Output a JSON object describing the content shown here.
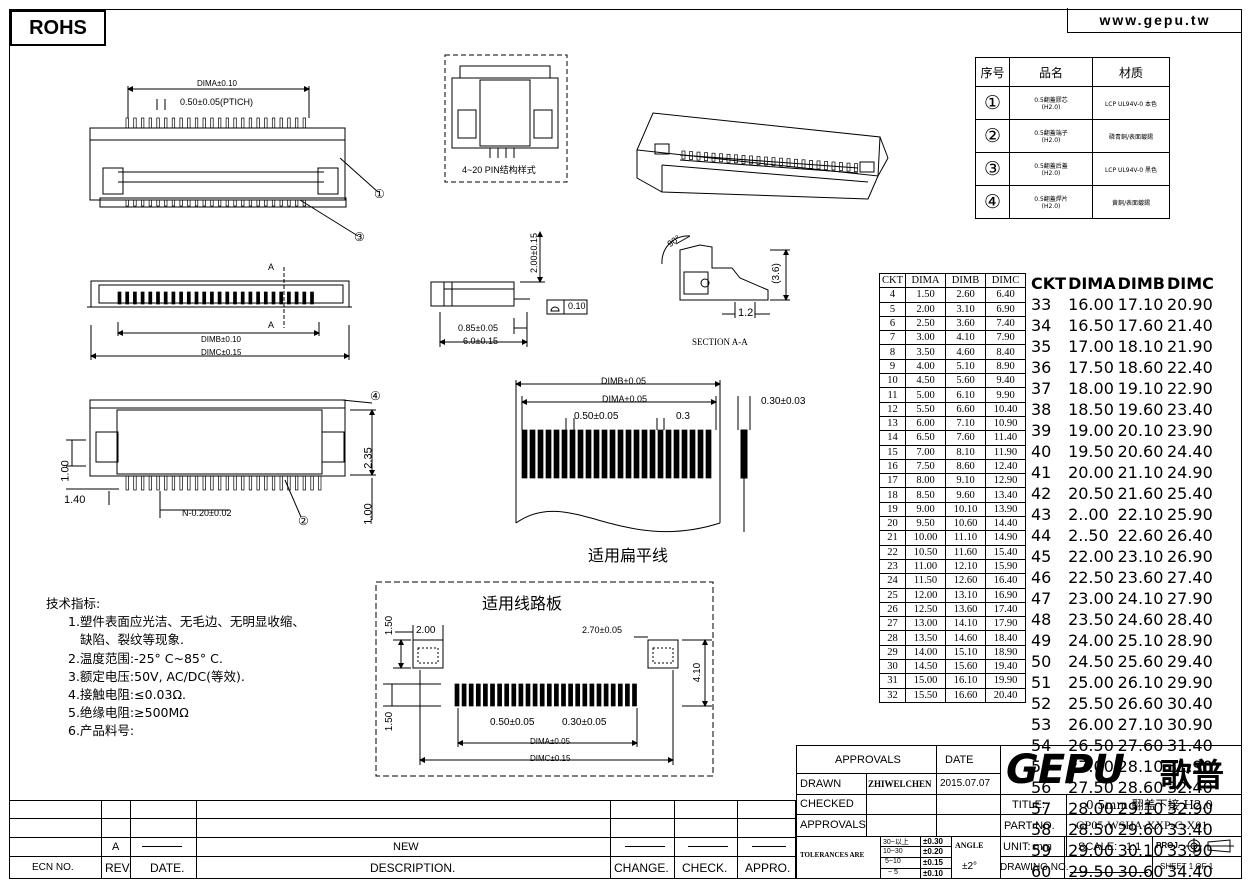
{
  "header": {
    "rohs": "ROHS",
    "website": "www.gepu.tw"
  },
  "parts": {
    "headers": [
      "序号",
      "品名",
      "材质"
    ],
    "rows": [
      {
        "no": "①",
        "name": "0.5翻蓋膠芯",
        "sub": "(H2.0)",
        "material": "LCP UL94V-0 本色"
      },
      {
        "no": "②",
        "name": "0.5翻蓋端子",
        "sub": "(H2.0)",
        "material": "磷青銅/表面鍍錫"
      },
      {
        "no": "③",
        "name": "0.5翻蓋后蓋",
        "sub": "(H2.0)",
        "material": "LCP UL94V-0 黑色"
      },
      {
        "no": "④",
        "name": "0.5翻蓋焊片",
        "sub": "(H2.0)",
        "material": "黄銅/表面鍍錫"
      }
    ]
  },
  "ckt_table": {
    "headers": [
      "CKT",
      "DIMA",
      "DIMB",
      "DIMC"
    ],
    "left_rows": [
      [
        "4",
        "1.50",
        "2.60",
        "6.40"
      ],
      [
        "5",
        "2.00",
        "3.10",
        "6.90"
      ],
      [
        "6",
        "2.50",
        "3.60",
        "7.40"
      ],
      [
        "7",
        "3.00",
        "4.10",
        "7.90"
      ],
      [
        "8",
        "3.50",
        "4.60",
        "8.40"
      ],
      [
        "9",
        "4.00",
        "5.10",
        "8.90"
      ],
      [
        "10",
        "4.50",
        "5.60",
        "9.40"
      ],
      [
        "11",
        "5.00",
        "6.10",
        "9.90"
      ],
      [
        "12",
        "5.50",
        "6.60",
        "10.40"
      ],
      [
        "13",
        "6.00",
        "7.10",
        "10.90"
      ],
      [
        "14",
        "6.50",
        "7.60",
        "11.40"
      ],
      [
        "15",
        "7.00",
        "8.10",
        "11.90"
      ],
      [
        "16",
        "7.50",
        "8.60",
        "12.40"
      ],
      [
        "17",
        "8.00",
        "9.10",
        "12.90"
      ],
      [
        "18",
        "8.50",
        "9.60",
        "13.40"
      ],
      [
        "19",
        "9.00",
        "10.10",
        "13.90"
      ],
      [
        "20",
        "9.50",
        "10.60",
        "14.40"
      ],
      [
        "21",
        "10.00",
        "11.10",
        "14.90"
      ],
      [
        "22",
        "10.50",
        "11.60",
        "15.40"
      ],
      [
        "23",
        "11.00",
        "12.10",
        "15.90"
      ],
      [
        "24",
        "11.50",
        "12.60",
        "16.40"
      ],
      [
        "25",
        "12.00",
        "13.10",
        "16.90"
      ],
      [
        "26",
        "12.50",
        "13.60",
        "17.40"
      ],
      [
        "27",
        "13.00",
        "14.10",
        "17.90"
      ],
      [
        "28",
        "13.50",
        "14.60",
        "18.40"
      ],
      [
        "29",
        "14.00",
        "15.10",
        "18.90"
      ],
      [
        "30",
        "14.50",
        "15.60",
        "19.40"
      ],
      [
        "31",
        "15.00",
        "16.10",
        "19.90"
      ],
      [
        "32",
        "15.50",
        "16.60",
        "20.40"
      ]
    ],
    "right_rows": [
      [
        "33",
        "16.00",
        "17.10",
        "20.90"
      ],
      [
        "34",
        "16.50",
        "17.60",
        "21.40"
      ],
      [
        "35",
        "17.00",
        "18.10",
        "21.90"
      ],
      [
        "36",
        "17.50",
        "18.60",
        "22.40"
      ],
      [
        "37",
        "18.00",
        "19.10",
        "22.90"
      ],
      [
        "38",
        "18.50",
        "19.60",
        "23.40"
      ],
      [
        "39",
        "19.00",
        "20.10",
        "23.90"
      ],
      [
        "40",
        "19.50",
        "20.60",
        "24.40"
      ],
      [
        "41",
        "20.00",
        "21.10",
        "24.90"
      ],
      [
        "42",
        "20.50",
        "21.60",
        "25.40"
      ],
      [
        "43",
        "2..00",
        "22.10",
        "25.90"
      ],
      [
        "44",
        "2..50",
        "22.60",
        "26.40"
      ],
      [
        "45",
        "22.00",
        "23.10",
        "26.90"
      ],
      [
        "46",
        "22.50",
        "23.60",
        "27.40"
      ],
      [
        "47",
        "23.00",
        "24.10",
        "27.90"
      ],
      [
        "48",
        "23.50",
        "24.60",
        "28.40"
      ],
      [
        "49",
        "24.00",
        "25.10",
        "28.90"
      ],
      [
        "50",
        "24.50",
        "25.60",
        "29.40"
      ],
      [
        "51",
        "25.00",
        "26.10",
        "29.90"
      ],
      [
        "52",
        "25.50",
        "26.60",
        "30.40"
      ],
      [
        "53",
        "26.00",
        "27.10",
        "30.90"
      ],
      [
        "54",
        "26.50",
        "27.60",
        "31.40"
      ],
      [
        "55",
        "27.00",
        "28.10",
        "31.90"
      ],
      [
        "56",
        "27.50",
        "28.60",
        "32.40"
      ],
      [
        "57",
        "28.00",
        "29.10",
        "32.90"
      ],
      [
        "58",
        "28.50",
        "29.60",
        "33.40"
      ],
      [
        "59",
        "29.00",
        "30.10",
        "33.90"
      ],
      [
        "60",
        "29.50",
        "30.60",
        "34.40"
      ]
    ]
  },
  "dims": {
    "dima_010": "DIMA±0.10",
    "pitch": "0.50±0.05(PTICH)",
    "dimb_010": "DIMB±0.10",
    "dimc_015": "DIMC±0.15",
    "section_a": "A",
    "h_200": "2.00±0.15",
    "h_085": "0.85±0.05",
    "w_600": "6.0±0.15",
    "flatness": "0.10",
    "angle": "90°",
    "h_36": "(3.6)",
    "w_12": "1.2",
    "section_title": "SECTION A-A",
    "pin_style": "4~20 PIN结构样式",
    "d_235": "2.35",
    "d_100a": "1.00",
    "d_140": "1.40",
    "d_100b": "1.00",
    "n_pitch": "N-0.20±0.02",
    "cable_dimb": "DIMB±0.05",
    "cable_dima": "DIMA±0.05",
    "cable_pitch": "0.50±0.05",
    "cable_03": "0.3",
    "cable_thk": "0.30±0.03",
    "cable_title": "适用扁平线",
    "pcb_title": "适用线路板",
    "pcb_150a": "1.50",
    "pcb_200": "2.00",
    "pcb_270": "2.70±0.05",
    "pcb_410": "4.10",
    "pcb_150b": "1.50",
    "pcb_050": "0.50±0.05",
    "pcb_030": "0.30±0.05",
    "pcb_dima": "DIMA±0.05",
    "pcb_dimc": "DIMC±0.15",
    "item_1": "①",
    "item_2": "②",
    "item_3": "③",
    "item_4": "④"
  },
  "spec": {
    "title": "技术指标:",
    "lines": [
      "1.塑件表面应光洁、无毛边、无明显收缩、",
      "缺陷、裂纹等现象.",
      "2.温度范围:-25° C~85° C.",
      "3.额定电压:50V, AC/DC(等效).",
      "4.接触电阻:≤0.03Ω.",
      "5.绝缘电阻:≥500MΩ",
      "6.产品料号:"
    ]
  },
  "title_block": {
    "approvals_header": "APPROVALS",
    "date_header": "DATE",
    "drawn_label": "DRAWN",
    "drawn_by": "ZHIWELCHEN",
    "drawn_date": "2015.07.07",
    "checked_label": "CHECKED",
    "approvals_label": "APPROVALS",
    "tolerances_label": "TOLERANCES ARE",
    "tol_rows": [
      [
        "30~以上",
        "±0.30"
      ],
      [
        "10~30",
        "±0.20"
      ],
      [
        "5~10",
        "±0.15"
      ],
      [
        "~ 5",
        "±0.10"
      ]
    ],
    "angle_label": "ANGLE",
    "angle_value": "±2°",
    "logo": "GEPU",
    "logo_cn": "歌普",
    "title_label": "TITLE:",
    "title_value": "0.5mm 翻盖下接 H2.0",
    "part_label": "PART NO.",
    "part_value": "GP05-WSHA-XXP-C-X01",
    "unit_label": "UNIT: mm",
    "scale_label": "SCALE:",
    "scale_value": "1:1",
    "proj_label": "PROJ.",
    "drawing_label": "DRAWING NO.",
    "sheet_label": "SHEET 1 OF 1",
    "rev_value": "A",
    "desc_value": "NEW",
    "ecn_header": "ECN NO.",
    "rev_header": "REV.",
    "date_col_header": "DATE.",
    "description_header": "DESCRIPTION.",
    "change_header": "CHANGE.",
    "check_header": "CHECK.",
    "appro_header": "APPRO."
  }
}
